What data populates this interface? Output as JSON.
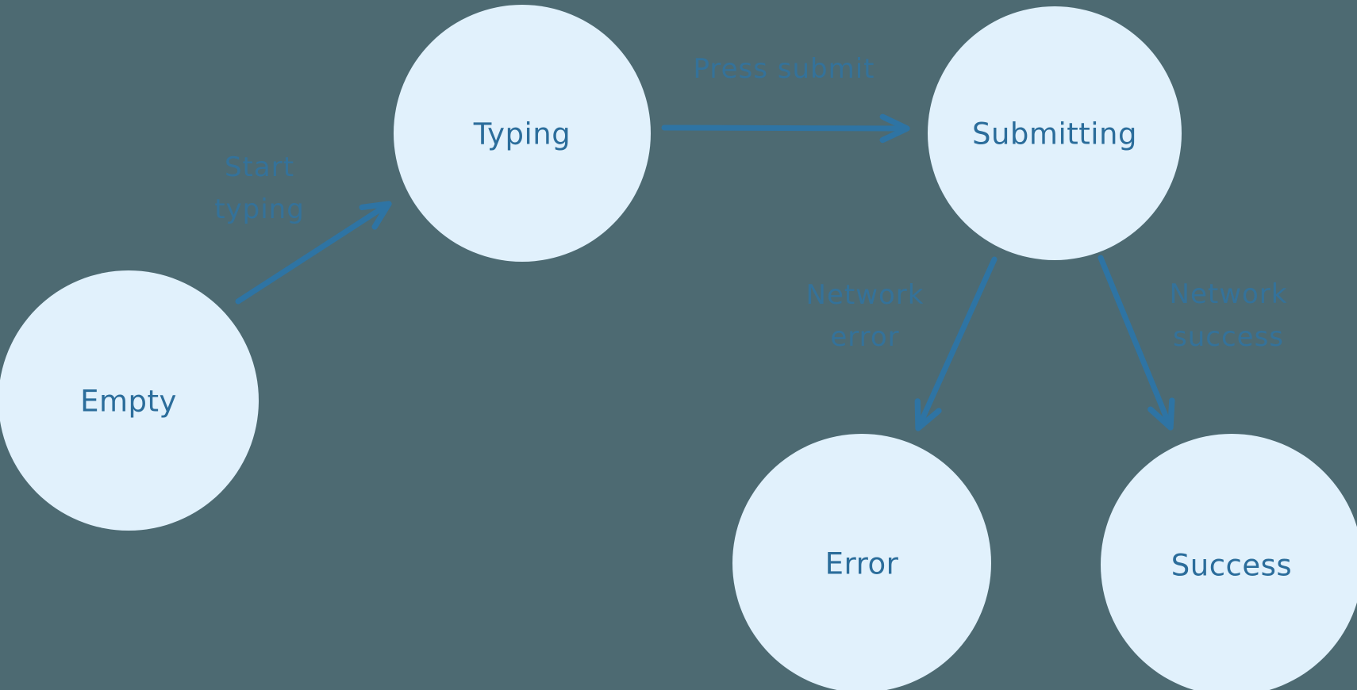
{
  "diagram": {
    "type": "state-machine-flowchart",
    "nodes": [
      {
        "id": "empty",
        "label": "Empty"
      },
      {
        "id": "typing",
        "label": "Typing"
      },
      {
        "id": "submitting",
        "label": "Submitting"
      },
      {
        "id": "error",
        "label": "Error"
      },
      {
        "id": "success",
        "label": "Success"
      }
    ],
    "edges": [
      {
        "from": "Empty",
        "to": "Typing",
        "label": "Start typing",
        "label_lines": [
          "Start",
          "typing"
        ]
      },
      {
        "from": "Typing",
        "to": "Submitting",
        "label": "Press submit",
        "label_lines": [
          "Press submit"
        ]
      },
      {
        "from": "Submitting",
        "to": "Error",
        "label": "Network error",
        "label_lines": [
          "Network",
          "error"
        ]
      },
      {
        "from": "Submitting",
        "to": "Success",
        "label": "Network success",
        "label_lines": [
          "Network",
          "success"
        ]
      }
    ],
    "colors": {
      "background": "#4D6A72",
      "node_fill": "#E1F1FC",
      "node_text": "#2B6D9B",
      "arrow": "#2E74A4",
      "edge_label": "#3A7AA8"
    }
  }
}
